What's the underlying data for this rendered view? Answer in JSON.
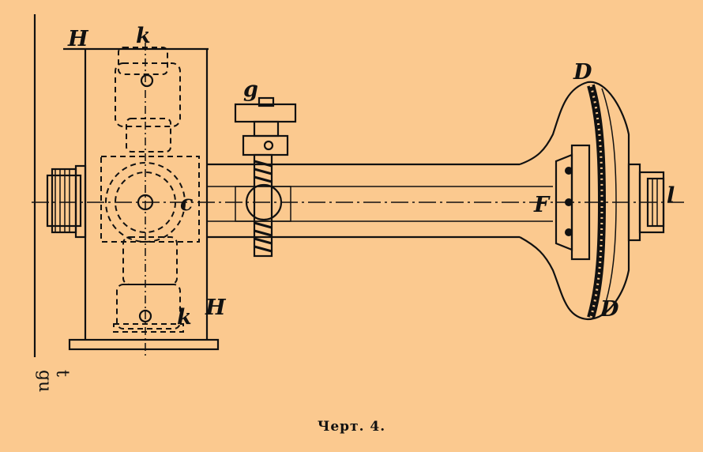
{
  "figure": {
    "caption": "Черт. 4.",
    "labels": {
      "H_top": "H",
      "H_bottom": "H",
      "k_top": "k",
      "k_bottom": "k",
      "c": "c",
      "g": "g",
      "D_top": "D",
      "D_bottom": "D",
      "F": "F",
      "l": "l"
    },
    "side_marks": {
      "left": "gu",
      "right": "t"
    }
  },
  "colors": {
    "background": "#FBC98F",
    "ink": "#111111"
  }
}
